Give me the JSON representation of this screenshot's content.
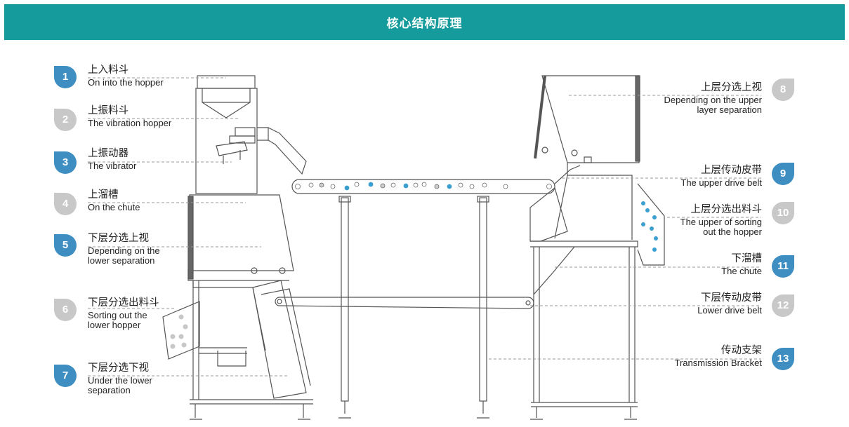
{
  "header": {
    "title": "核心结构原理"
  },
  "colors": {
    "banner": "#159b9c",
    "badge_blue": "#3e8ec2",
    "badge_gray": "#c8c8c8",
    "machine_line": "#555555",
    "dot_blue": "#3a9ecf",
    "guide_line": "#999999"
  },
  "callouts": [
    {
      "number": "1",
      "zh": "上入料斗",
      "en": "On into the hopper",
      "style": "blue"
    },
    {
      "number": "2",
      "zh": "上振料斗",
      "en": "The vibration hopper",
      "style": "gray"
    },
    {
      "number": "3",
      "zh": "上振动器",
      "en": "The vibrator",
      "style": "blue"
    },
    {
      "number": "4",
      "zh": "上溜槽",
      "en": "On the chute",
      "style": "gray"
    },
    {
      "number": "5",
      "zh": "下层分选上视",
      "en": "Depending on the\nlower separation",
      "style": "blue"
    },
    {
      "number": "6",
      "zh": "下层分选出料斗",
      "en": "Sorting out the\nlower hopper",
      "style": "gray"
    },
    {
      "number": "7",
      "zh": "下层分选下视",
      "en": "Under the lower\nseparation",
      "style": "blue"
    },
    {
      "number": "8",
      "zh": "上层分选上视",
      "en": "Depending on the upper\nlayer separation",
      "style": "gray"
    },
    {
      "number": "9",
      "zh": "上层传动皮带",
      "en": "The upper drive belt",
      "style": "blue"
    },
    {
      "number": "10",
      "zh": "上层分选出料斗",
      "en": "The upper of sorting\nout the hopper",
      "style": "gray"
    },
    {
      "number": "11",
      "zh": "下溜槽",
      "en": "The chute",
      "style": "blue"
    },
    {
      "number": "12",
      "zh": "下层传动皮带",
      "en": "Lower drive belt",
      "style": "gray"
    },
    {
      "number": "13",
      "zh": "传动支架",
      "en": "Transmission Bracket",
      "style": "blue"
    }
  ]
}
